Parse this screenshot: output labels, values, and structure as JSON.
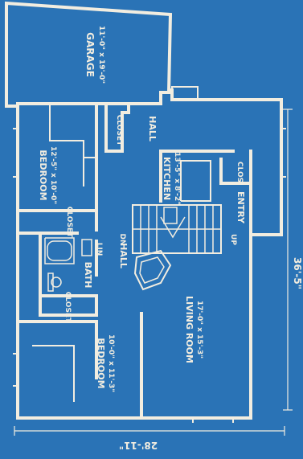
{
  "plan": {
    "garage": {
      "name": "GARAGE",
      "size": "11'-0\" x 19'-0\""
    },
    "hall_top": {
      "name": "HALL"
    },
    "closet_top": {
      "name": "CLOSET"
    },
    "bedroom1": {
      "name": "BEDROOM",
      "size": "12'-5\" x 10'-0\""
    },
    "kitchen": {
      "name": "KITCHEN",
      "size": "13'-5\" x 8'-2\""
    },
    "clos": {
      "name": "CLOS"
    },
    "entry": {
      "name": "ENTRY"
    },
    "closet_mid": {
      "name": "CLOSET"
    },
    "lin": {
      "name": "LIN"
    },
    "bath": {
      "name": "BATH"
    },
    "hall_mid": {
      "name": "HALL"
    },
    "stair_dn": {
      "name": "DN"
    },
    "stair_up": {
      "name": "UP"
    },
    "closet_low": {
      "name": "CLOSET"
    },
    "bedroom2": {
      "name": "BEDROOM",
      "size": "10'-0\" x 11'-3\""
    },
    "living": {
      "name": "LIVING ROOM",
      "size": "17'-0\" x 15'-3\""
    },
    "dim_side": {
      "text": "36'-5\""
    },
    "dim_bottom": {
      "text": "28'-11\""
    }
  }
}
